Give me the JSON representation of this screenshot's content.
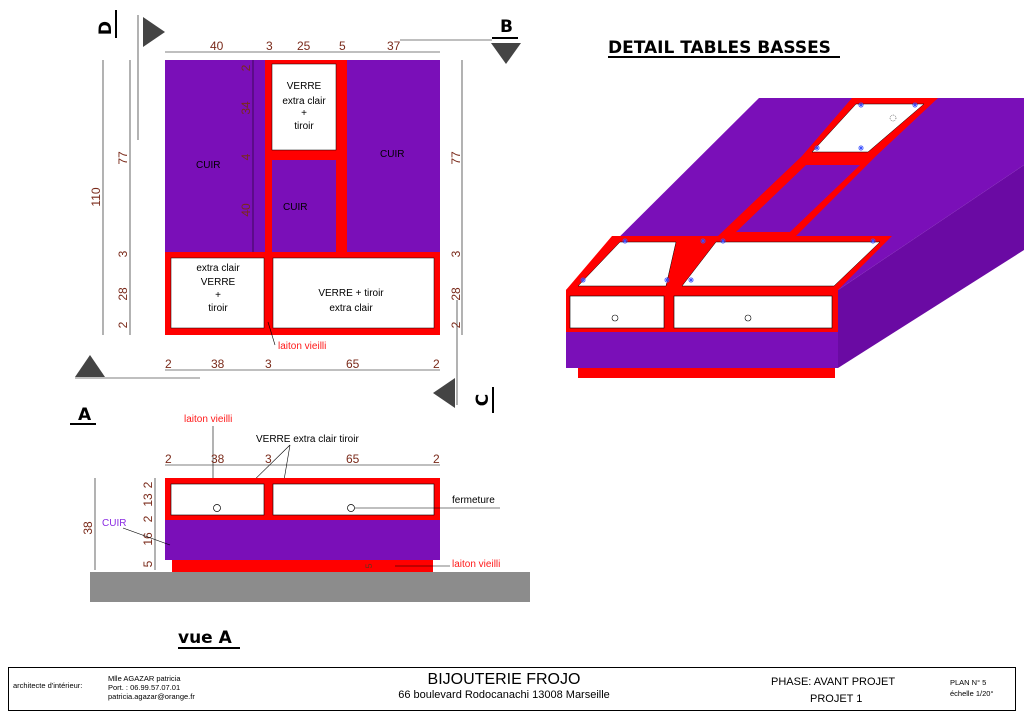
{
  "colors": {
    "leather": "#7a0fb8",
    "frame": "#ff0000",
    "glass": "#ffffff",
    "floor": "#8c8c8c",
    "dim_text": "#7a2a1a",
    "label_red": "#ff1a1a",
    "label_purple": "#8a2be2"
  },
  "plan": {
    "arrow_labels": {
      "d": "D",
      "b": "B",
      "c": "C"
    },
    "top_dims": [
      "40",
      "3",
      "25",
      "5",
      "37"
    ],
    "left_dims": [
      "110",
      "77",
      "3",
      "28",
      "2"
    ],
    "inner_dims": [
      "2",
      "34",
      "4",
      "40"
    ],
    "right_dims": [
      "77",
      "3",
      "28",
      "2"
    ],
    "bottom_dims": [
      "2",
      "38",
      "3",
      "65",
      "2"
    ],
    "labels": {
      "cuir_left": "CUIR",
      "cuir_right": "CUIR",
      "cuir_center": "CUIR",
      "glass_top_1": "VERRE",
      "glass_top_2": "extra clair",
      "glass_top_3": "+",
      "glass_top_4": "tiroir",
      "glass_bl_1": "extra clair",
      "glass_bl_2": "VERRE",
      "glass_bl_3": "+",
      "glass_bl_4": "tiroir",
      "glass_br_1": "VERRE + tiroir",
      "glass_br_2": "extra clair",
      "laiton": "laiton vieilli"
    }
  },
  "detail_title": "DETAIL TABLES BASSES",
  "elevation": {
    "section_letter": "A",
    "laiton_top": "laiton vieilli",
    "verre_label": "VERRE extra clair tiroir",
    "top_dims": [
      "2",
      "38",
      "3",
      "65",
      "2"
    ],
    "height_dims": [
      "2",
      "13",
      "2",
      "16",
      "5"
    ],
    "total_height": "38",
    "cuir": "CUIR",
    "fermeture": "fermeture",
    "laiton_bottom": "laiton vieilli",
    "base_dim": "5"
  },
  "vue_title": "vue A",
  "title_block": {
    "role": "architecte d'intérieur:",
    "name": "Mlle AGAZAR patricia",
    "phone": "Port. : 06.99.57.07.01",
    "email": "patricia.agazar@orange.fr",
    "project_name": "BIJOUTERIE FROJO",
    "address": "66 boulevard Rodocanachi 13008 Marseille",
    "phase": "PHASE:  AVANT PROJET",
    "project_number": "PROJET 1",
    "plan_number": "PLAN N°  5",
    "scale": "échelle 1/20°"
  }
}
